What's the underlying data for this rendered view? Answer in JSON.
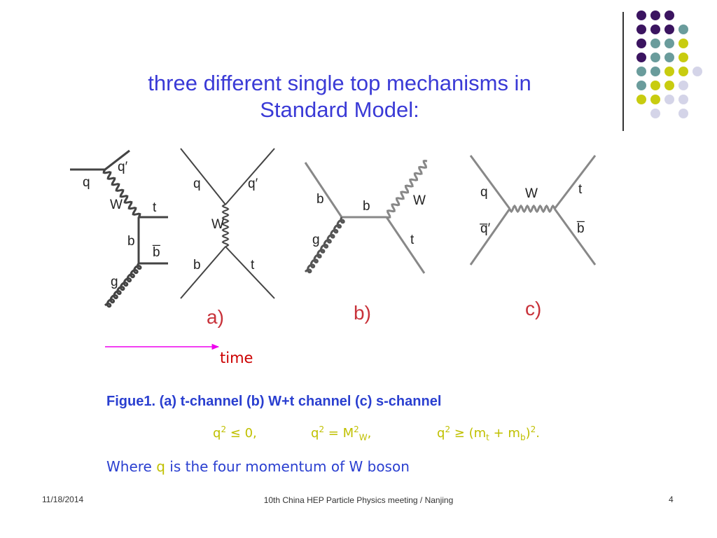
{
  "slide": {
    "title_line1": "three different single top mechanisms in",
    "title_line2": "Standard Model:"
  },
  "colors": {
    "title": "#3a3ad6",
    "caption": "#2a3fd0",
    "highlight": "#c0c000",
    "time_arrow": "#ee00ee",
    "time_text": "#cc0000",
    "dot_purple": "#3b1460",
    "dot_teal": "#6a9c9c",
    "dot_yellow": "#c8cc10",
    "dot_lavender": "#d4d4e8"
  },
  "decoration": {
    "dots": [
      [
        "purple",
        "purple",
        "purple",
        ""
      ],
      [
        "purple",
        "purple",
        "purple",
        "teal"
      ],
      [
        "purple",
        "teal",
        "teal",
        "yellow"
      ],
      [
        "purple",
        "teal",
        "teal",
        "yellow"
      ],
      [
        "teal",
        "teal",
        "yellow",
        "yellow",
        "lavender"
      ],
      [
        "teal",
        "yellow",
        "yellow",
        "lavender"
      ],
      [
        "yellow",
        "yellow",
        "lavender",
        "lavender"
      ],
      [
        "",
        "lavender",
        "",
        "lavender"
      ]
    ]
  },
  "diagrams": {
    "a": {
      "panel": "a)",
      "labels": {
        "q_in": "q",
        "q_out": "q′",
        "W": "W",
        "t": "t",
        "b": "b",
        "bbar": "b̅",
        "g": "g"
      }
    },
    "a2": {
      "labels": {
        "q_l": "q",
        "q_r": "q′",
        "W": "W",
        "b": "b",
        "t": "t"
      }
    },
    "b": {
      "panel": "b)",
      "labels": {
        "b_in": "b",
        "b_mid": "b",
        "W": "W",
        "t": "t",
        "g": "g"
      }
    },
    "c": {
      "panel": "c)",
      "labels": {
        "q": "q",
        "qbar": "q̅′",
        "W": "W",
        "t": "t",
        "bbar": "b̅"
      }
    },
    "time": "time"
  },
  "caption": {
    "text": "Figue1. (a) t-channel  (b) W+t channel  (c) s-channel"
  },
  "equations": {
    "e1_q": "q",
    "e1_exp": "2",
    "e1_rest": " ≤ 0,",
    "e2_q": "q",
    "e2_exp": "2",
    "e2_eq": " = M",
    "e2_exp2": "2",
    "e2_sub": "W",
    "e2_rest": ",",
    "e3_q": "q",
    "e3_exp": "2",
    "e3_open": " ≥ (m",
    "e3_sub_t": "t",
    "e3_plus": " + m",
    "e3_sub_b": "b",
    "e3_close": ")",
    "e3_exp2": "2",
    "e3_end": "."
  },
  "where": {
    "pre": "Where ",
    "q": "q",
    "post": " is the four momentum of W boson"
  },
  "footer": {
    "date": "11/18/2014",
    "center": "10th China HEP Particle Physics meeting / Nanjing",
    "page": "4"
  }
}
